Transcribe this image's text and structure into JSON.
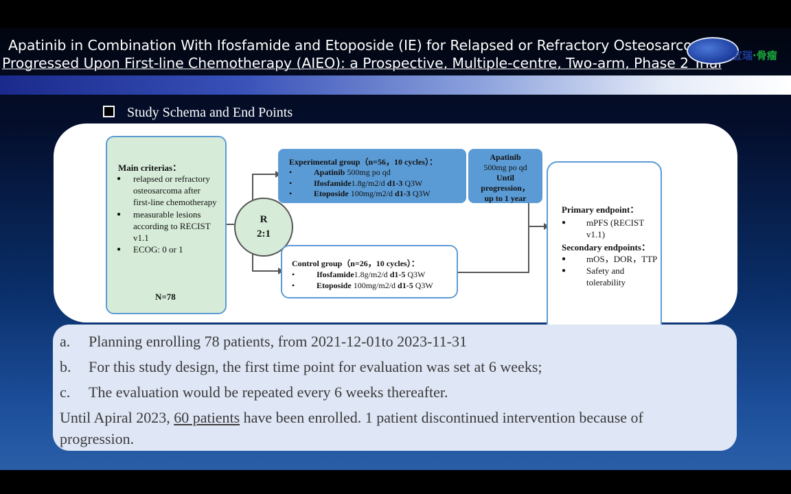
{
  "title": {
    "line1": "Apatinib in Combination With Ifosfamide and Etoposide (IE) for Relapsed or Refractory Osteosarcoma",
    "line2": "Progressed Upon First-line Chemotherapy (AIEO): a Prospective, Multiple-centre, Two-arm, Phase 2 Trial"
  },
  "logo": {
    "text_cn": "宜瑞",
    "text_cn2": "骨瘤",
    "dot": "·"
  },
  "section_heading": "Study Schema and End Points",
  "criteria": {
    "heading": "Main criterias：",
    "items": [
      "relapsed or refractory osteosarcoma after first-line chemotherapy",
      "measurable lesions according to RECIST v1.1",
      "ECOG: 0 or 1"
    ],
    "total": "N=78"
  },
  "randomization": {
    "label": "R",
    "ratio": "2:1"
  },
  "experimental": {
    "heading": "Experimental group（n=56，10 cycles）：",
    "rows": [
      {
        "drug": "Apatinib",
        "dose": " 500mg po qd"
      },
      {
        "drug": "Ifosfamide",
        "dose": "1.8g/m2/d ",
        "days": "d1-3",
        "sched": " Q3W"
      },
      {
        "drug": "Etoposide",
        "dose": " 100mg/m2/d ",
        "days": "d1-3",
        "sched": "  Q3W"
      }
    ]
  },
  "maintenance": {
    "drug": "Apatinib",
    "dose": "500mg po qd",
    "until1": "Until",
    "until2": "progression，",
    "until3": "up to 1 year"
  },
  "control": {
    "heading": "Control group（n=26，10 cycles）：",
    "rows": [
      {
        "drug": "Ifosfamide",
        "dose": "1.8g/m2/d ",
        "days": "d1-5",
        "sched": " Q3W"
      },
      {
        "drug": "Etoposide",
        "dose": " 100mg/m2/d ",
        "days": "d1-5",
        "sched": "  Q3W"
      }
    ]
  },
  "endpoints": {
    "primary_heading": "Primary endpoint：",
    "primary_items": [
      "mPFS (RECIST v1.1)"
    ],
    "secondary_heading": "Secondary endpoints：",
    "secondary_items": [
      "mOS，DOR，TTP",
      "Safety and tolerability"
    ]
  },
  "notes": {
    "a_key": "a.",
    "a": "Planning enrolling 78 patients, from 2021-12-01to 2023-11-31",
    "b_key": "b.",
    "b": "For this study design, the first time point for evaluation was set at 6 weeks;",
    "c_key": "c.",
    "c": "The evaluation would be repeated every 6 weeks thereafter.",
    "d_pre": "Until Apiral 2023, ",
    "d_link": "60 patients",
    "d_post": " have been enrolled. 1 patient discontinued intervention because of",
    "d_cont": "progression."
  },
  "colors": {
    "accent_blue": "#5b9bd5",
    "criteria_green": "#d6ecd8",
    "notes_bg": "#dfe6f5"
  }
}
